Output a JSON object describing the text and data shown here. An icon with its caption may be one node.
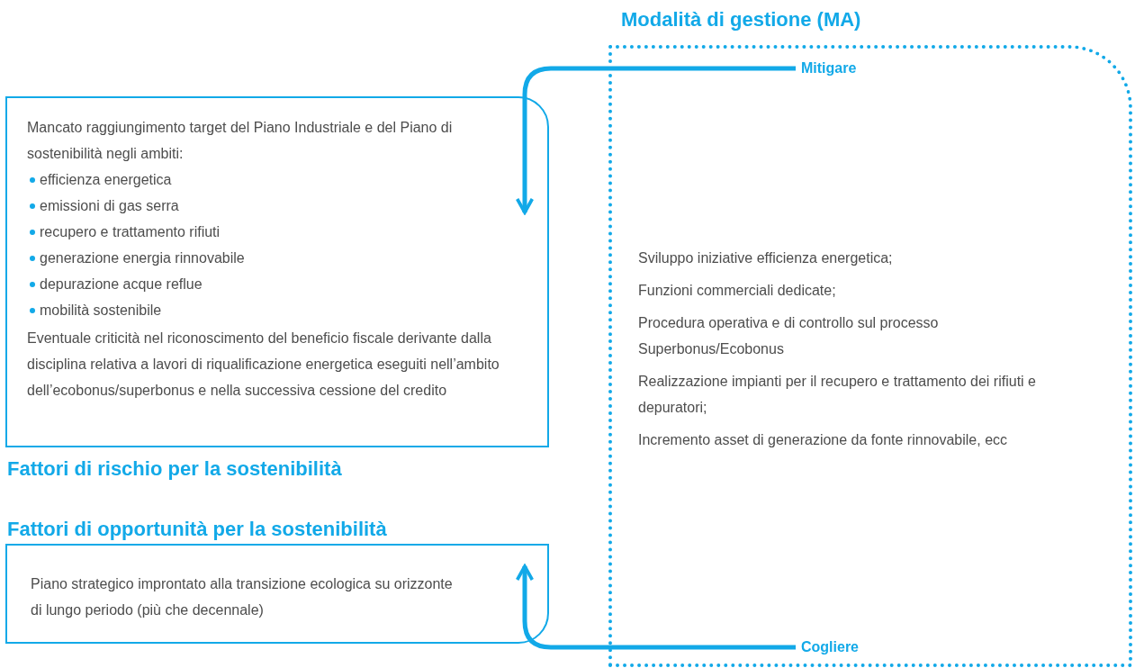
{
  "diagram": {
    "nodes": [
      {
        "text": [
          "Modalità di gestione (MA)",
          "Sviluppo iniziative efficienza energetica;",
          "Funzioni commerciali dedicate;",
          "Procedura operativa e di controllo sul processo Superbonus/Ecobonus",
          "Realizzazione impianti per il recupero e trattamento dei rifiuti e depuratori;",
          "Incremento asset di generazione da fonte rinnovabile, ecc"
        ]
      },
      {
        "text": [
          "Mitigare"
        ],
        "in": 0
      },
      {
        "text": [
          "Mancato raggiungimento target del Piano Industriale e del Piano di sostenibilità negli ambiti:",
          "efficienza energetica",
          "emissioni di gas serra",
          "recupero e trattamento rifiuti",
          "generazione energia rinnovabile",
          "depurazione acque reflue",
          "mobilità sostenibile",
          "Eventuale criticità nel riconoscimento del beneficio fiscale derivante dalla disciplina relativa a lavori di riqualificazione energetica eseguiti nell’ambito dell’ecobonus/superbonus e nella successiva cessione del credito",
          "Fattori di rischio per la sostenibilità"
        ]
      },
      {
        "text": [
          "Fattori di opportunità per la sostenibilità",
          "Piano strategico improntato alla transizione ecologica su orizzonte di lungo periodo (più che decennale)"
        ]
      },
      {
        "text": [
          "Cogliere"
        ],
        "in": 0
      }
    ],
    "edges": [
      {
        "from": 1,
        "to": 2,
        "arrow": "to"
      },
      {
        "from": 4,
        "to": 3,
        "arrow": "to"
      }
    ]
  }
}
